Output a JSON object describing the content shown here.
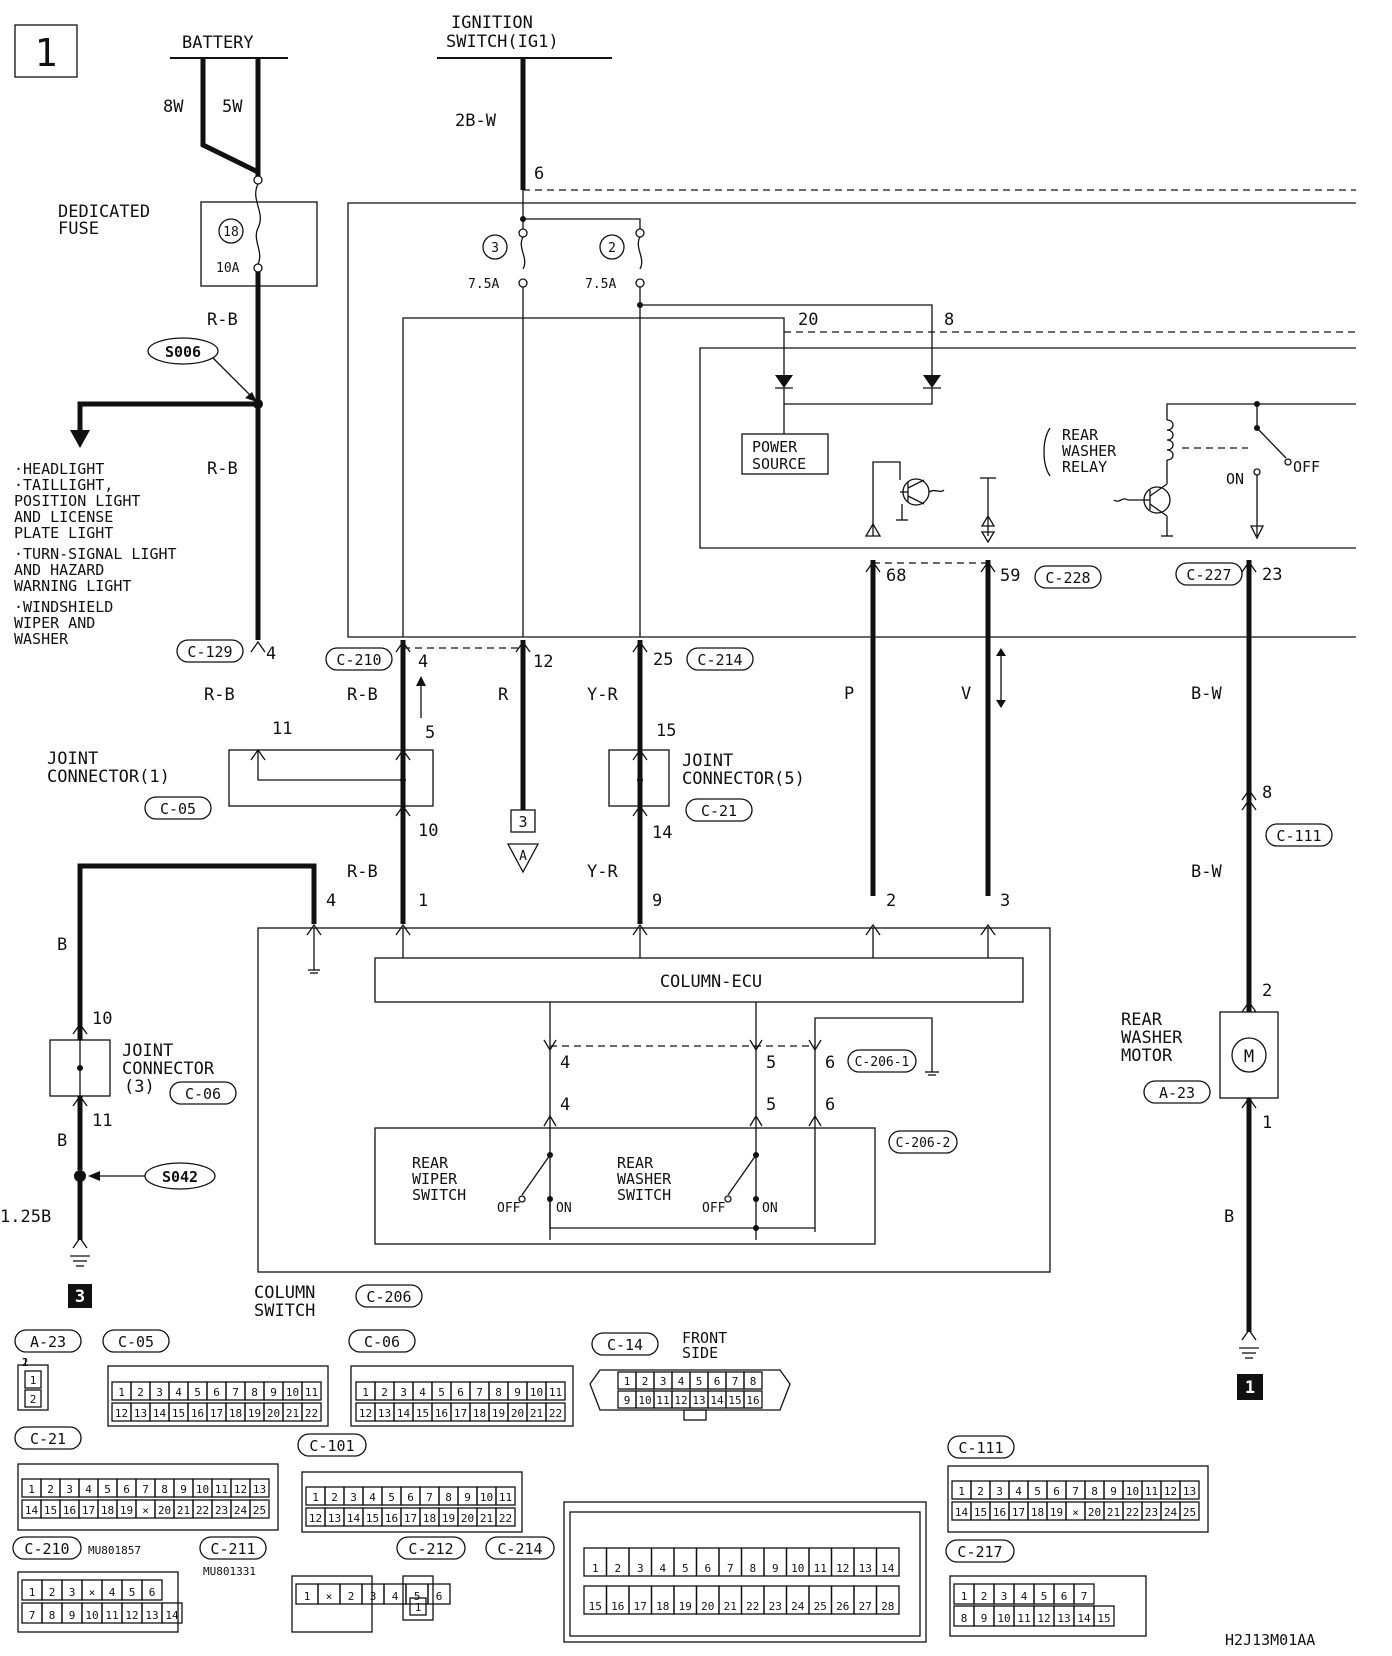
{
  "page_number": "1",
  "power": {
    "battery": "BATTERY",
    "ignition_line1": "IGNITION",
    "ignition_line2": "SWITCH(IG1)"
  },
  "wires": {
    "w8w": "8W",
    "w5w": "5W",
    "w2bw": "2B-W",
    "rb": "R-B",
    "r": "R",
    "yr": "Y-R",
    "p": "P",
    "v": "V",
    "bw": "B-W",
    "b": "B",
    "b125": "1.25B"
  },
  "fuse": {
    "dedicated_line1": "DEDICATED",
    "dedicated_line2": "FUSE",
    "f18_num": "18",
    "f18_amp": "10A",
    "f3_num": "3",
    "f3_amp": "7.5A",
    "f2_num": "2",
    "f2_amp": "7.5A"
  },
  "splices": {
    "s006": "S006",
    "s042": "S042"
  },
  "branch_list": [
    "·HEADLIGHT",
    "·TAILLIGHT,",
    " POSITION LIGHT",
    " AND LICENSE",
    " PLATE LIGHT",
    "·TURN-SIGNAL LIGHT",
    " AND HAZARD",
    " WARNING LIGHT",
    "·WINDSHIELD",
    " WIPER AND",
    " WASHER"
  ],
  "etacs": {
    "power_source_line1": "POWER",
    "power_source_line2": "SOURCE",
    "relay_line1": "REAR",
    "relay_line2": "WASHER",
    "relay_line3": "RELAY",
    "on": "ON",
    "off": "OFF"
  },
  "connectors": {
    "c129": "C-129",
    "c210": "C-210",
    "c214": "C-214",
    "c05": "C-05",
    "c21": "C-21",
    "c228": "C-228",
    "c227": "C-227",
    "c111": "C-111",
    "c06": "C-06",
    "a23": "A-23",
    "c206": "C-206",
    "c2061": "C-206-1",
    "c2062": "C-206-2"
  },
  "pins": {
    "p6": "6",
    "p20": "20",
    "p8": "8",
    "p68": "68",
    "p59": "59",
    "p23": "23",
    "p4": "4",
    "p12": "12",
    "p25": "25",
    "p11": "11",
    "p5": "5",
    "p15": "15",
    "p10": "10",
    "p14": "14",
    "p1": "1",
    "p9": "9",
    "p2": "2",
    "p3": "3",
    "c111_8": "8",
    "motor_2": "2",
    "motor_1": "1",
    "gnd_4": "4",
    "jc3_10": "10",
    "jc3_11": "11",
    "sw4a": "4",
    "sw5a": "5",
    "sw6a": "6",
    "sw4b": "4",
    "sw5b": "5",
    "sw6b": "6"
  },
  "joints": {
    "jc1_line1": "JOINT",
    "jc1_line2": "CONNECTOR(1)",
    "jc5_line1": "JOINT",
    "jc5_line2": "CONNECTOR(5)",
    "jc3_line1": "JOINT",
    "jc3_line2": "CONNECTOR",
    "jc3_line3": "(3)"
  },
  "refs": {
    "to3": "3",
    "toA": "A",
    "gnd3": "3",
    "gnd1": "1"
  },
  "column": {
    "ecu": "COLUMN-ECU",
    "switch_line1": "COLUMN",
    "switch_line2": "SWITCH",
    "rw_line1": "REAR",
    "rw_line2": "WIPER",
    "rw_line3": "SWITCH",
    "rws_line1": "REAR",
    "rws_line2": "WASHER",
    "rws_line3": "SWITCH",
    "off": "OFF",
    "on": "ON"
  },
  "motor": {
    "line1": "REAR",
    "line2": "WASHER",
    "line3": "MOTOR",
    "symbol": "M"
  },
  "legend": {
    "a23": "A-23",
    "c05": "C-05",
    "c06": "C-06",
    "c14": "C-14",
    "front_side_1": "FRONT",
    "front_side_2": "SIDE",
    "c21": "C-21",
    "c101": "C-101",
    "c111": "C-111",
    "c210": "C-210",
    "c211": "C-211",
    "c212": "C-212",
    "c214": "C-214",
    "c217": "C-217",
    "mu801857": "MU801857",
    "mu801331": "MU801331",
    "a23_pins": [
      "1",
      "2"
    ],
    "c05_row1": [
      "1",
      "2",
      "3",
      "4",
      "5",
      "6",
      "7",
      "8",
      "9",
      "10",
      "11"
    ],
    "c05_row2": [
      "12",
      "13",
      "14",
      "15",
      "16",
      "17",
      "18",
      "19",
      "20",
      "21",
      "22"
    ],
    "c14_row1": [
      "1",
      "2",
      "3",
      "4",
      "5",
      "6",
      "7",
      "8"
    ],
    "c14_row2": [
      "9",
      "10",
      "11",
      "12",
      "13",
      "14",
      "15",
      "16"
    ],
    "c21_row1": [
      "1",
      "2",
      "3",
      "4",
      "5",
      "6",
      "7",
      "8",
      "9",
      "10",
      "11",
      "12",
      "13"
    ],
    "c21_row2": [
      "14",
      "15",
      "16",
      "17",
      "18",
      "19",
      "",
      "20",
      "21",
      "22",
      "23",
      "24",
      "25"
    ],
    "c210_row1": [
      "1",
      "2",
      "3",
      "",
      "4",
      "5",
      "6"
    ],
    "c210_row2": [
      "7",
      "8",
      "9",
      "10",
      "11",
      "12",
      "13",
      "14"
    ],
    "c211_pins": [
      "1",
      "",
      "2",
      "3",
      "4",
      "5",
      "6"
    ],
    "c212_pins": [
      "1"
    ],
    "c214_row1": [
      "1",
      "2",
      "3",
      "4",
      "5",
      "6",
      "7",
      "8",
      "9",
      "10",
      "11",
      "12",
      "13",
      "14"
    ],
    "c214_row2": [
      "15",
      "16",
      "17",
      "18",
      "19",
      "20",
      "21",
      "22",
      "23",
      "24",
      "25",
      "26",
      "27",
      "28"
    ],
    "c217_row1": [
      "1",
      "2",
      "3",
      "4",
      "5",
      "6",
      "7"
    ],
    "c217_row2": [
      "8",
      "9",
      "10",
      "11",
      "12",
      "13",
      "14",
      "15"
    ]
  },
  "footer_code": "H2J13M01AA"
}
